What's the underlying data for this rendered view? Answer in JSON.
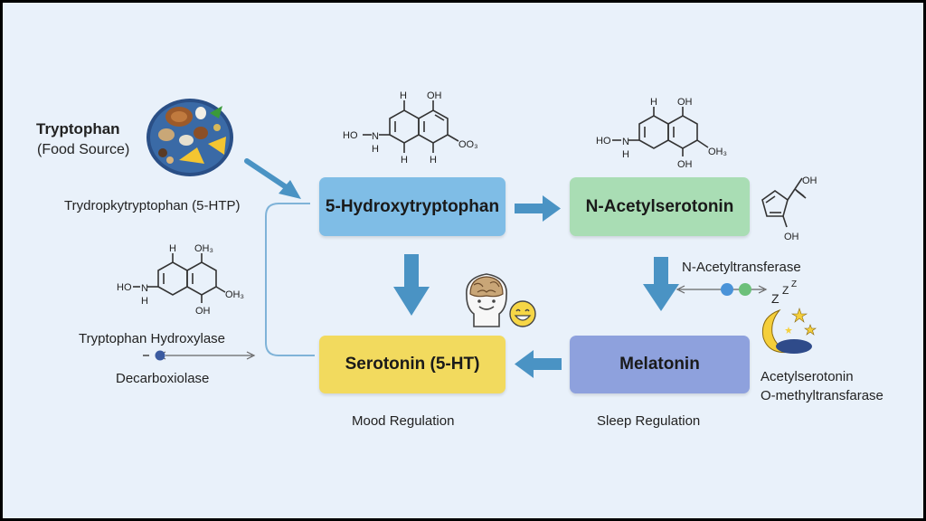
{
  "food_source": {
    "title": "Tryptophan",
    "subtitle": "(Food Source)"
  },
  "labels": {
    "intermediate": "Trydropkytryptophan (5-HTP)",
    "enzyme_hydroxylase": "Tryptophan Hydroxylase",
    "enzyme_decarboxylase": "Decarboxiolase",
    "enzyme_acetyltransferase": "N-Acetyltransferase",
    "enzyme_methyltransferase_1": "Acetylserotonin",
    "enzyme_methyltransferase_2": "O-methyltransfarase",
    "mood_caption": "Mood Regulation",
    "sleep_caption": "Sleep Regulation"
  },
  "nodes": {
    "htp": {
      "label": "5-Hydroxytryptophan",
      "color": "#7fbde6"
    },
    "nas": {
      "label": "N-Acetylserotonin",
      "color": "#a9ddb4"
    },
    "serotonin": {
      "label": "Serotonin (5-HT)",
      "color": "#f2da5e"
    },
    "melatonin": {
      "label": "Melatonin",
      "color": "#8ea1dd"
    }
  },
  "molecules": {
    "m1": {
      "top": "OH",
      "left": "HO",
      "nh": "N\nH",
      "h_top": "H",
      "h_b1": "H",
      "h_b2": "H",
      "right": "OO₃"
    },
    "m2": {
      "top_h": "H",
      "top_oh": "OH",
      "left": "HO",
      "nh": "N\nH",
      "right": "OH₃",
      "bottom": "OH"
    },
    "m3": {
      "top": "OH₃",
      "h": "H",
      "left": "HO",
      "nh": "N\nH",
      "bottom": "OH",
      "right": "OH₃"
    },
    "m4": {
      "oh_top": "OH",
      "oh_bottom": "OH"
    }
  },
  "icons": [
    "food-plate-icon",
    "brain-head-icon",
    "smiley-icon",
    "moon-stars-icon",
    "zzz-icon"
  ],
  "colors": {
    "arrow": "#4a93c4",
    "background": "#e9f1fa"
  }
}
